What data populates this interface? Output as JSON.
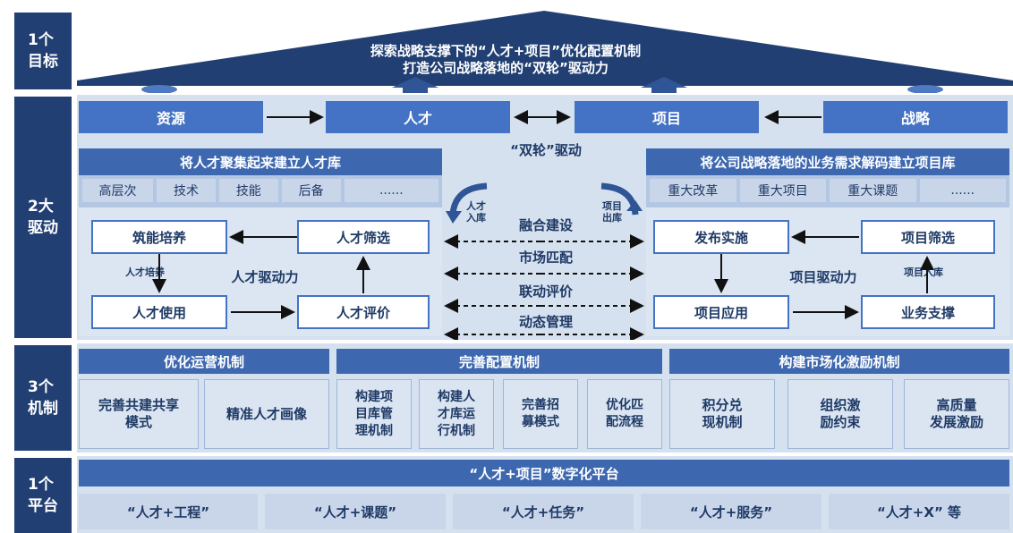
{
  "rows": {
    "goal": "1个\n目标",
    "drive": "2大\n驱动",
    "mechanism": "3个\n机制",
    "platform": "1个\n平台"
  },
  "goal": {
    "line1": "探索战略支撑下的“人才+项目”优化配置机制",
    "line2": "打造公司战略落地的“双轮”驱动力"
  },
  "top_boxes": [
    "资源",
    "人才",
    "项目",
    "战略"
  ],
  "double_wheel": "“双轮”驱动",
  "talent_panel": {
    "title": "将人才聚集起来建立人才库",
    "tags": [
      "高层次",
      "技术",
      "技能",
      "后备",
      "......"
    ],
    "cultivate": "筑能培养",
    "screen": "人才筛选",
    "use": "人才使用",
    "evaluate": "人才评价",
    "force": "人才驱动力",
    "arrow_label": "人才培养"
  },
  "project_panel": {
    "title": "将公司战略落地的业务需求解码建立项目库",
    "tags": [
      "重大改革",
      "重大项目",
      "重大课题",
      "......"
    ],
    "publish": "发布实施",
    "screen": "项目筛选",
    "apply": "项目应用",
    "support": "业务支撑",
    "force": "项目驱动力",
    "arrow_label": "项目入库"
  },
  "center": {
    "in_label": "人才\n入库",
    "out_label": "项目\n出库",
    "items": [
      "融合建设",
      "市场匹配",
      "联动评价",
      "动态管理"
    ]
  },
  "mechanisms": [
    {
      "title": "优化运营机制",
      "items": [
        "完善共建共享\n模式",
        "精准人才画像"
      ]
    },
    {
      "title": "完善配置机制",
      "items": [
        "构建项\n目库管\n理机制",
        "构建人\n才库运\n行机制",
        "完善招\n募模式",
        "优化匹\n配流程"
      ]
    },
    {
      "title": "构建市场化激励机制",
      "items": [
        "积分兑\n现机制",
        "组织激\n励约束",
        "高质量\n发展激励"
      ]
    }
  ],
  "platform": {
    "title": "“人才+项目”数字化平台",
    "items": [
      "“人才+工程”",
      "“人才+课题”",
      "“人才+任务”",
      "“人才+服务”",
      "“人才+X” 等"
    ]
  }
}
